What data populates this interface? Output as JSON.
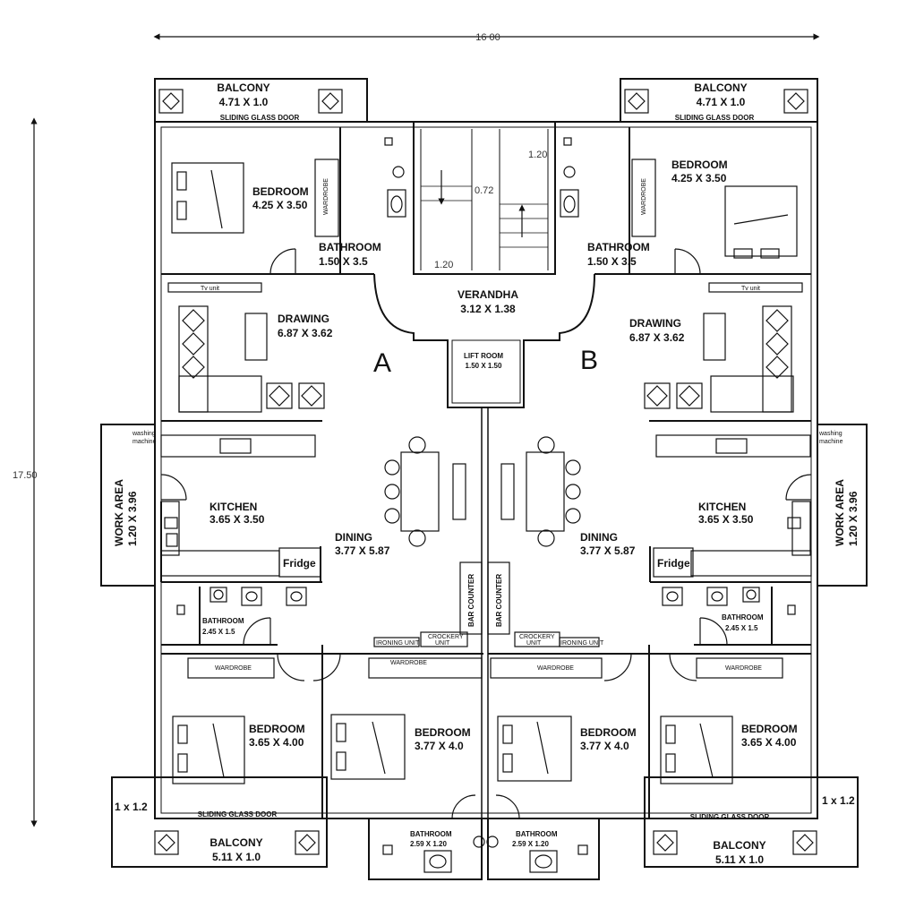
{
  "dimensions": {
    "width": "16 00",
    "height": "17.50",
    "stair_top": "1.20",
    "stair_mid": "0.72",
    "stair_bottom": "1.20"
  },
  "units": {
    "a": "A",
    "b": "B"
  },
  "rooms": {
    "balcony_top_left": {
      "name": "BALCONY",
      "size": "4.71 X 1.0"
    },
    "balcony_top_right": {
      "name": "BALCONY",
      "size": "4.71 X 1.0"
    },
    "sliding_door_top_left": "SLIDING GLASS DOOR",
    "sliding_door_top_right": "SLIDING GLASS DOOR",
    "bedroom_top_left": {
      "name": "BEDROOM",
      "size": "4.25 X 3.50"
    },
    "bedroom_top_right": {
      "name": "BEDROOM",
      "size": "4.25 X 3.50"
    },
    "wardrobe_top_left": "WARDROBE",
    "wardrobe_top_right": "WARDROBE",
    "bathroom_top_left": {
      "name": "BATHROOM",
      "size": "1.50 X 3.5"
    },
    "bathroom_top_right": {
      "name": "BATHROOM",
      "size": "1.50 X 3.5"
    },
    "tv_left": "Tv unit",
    "tv_right": "Tv unit",
    "verandha": {
      "name": "VERANDHA",
      "size": "3.12 X 1.38"
    },
    "lift": {
      "name": "LIFT ROOM",
      "size": "1.50 X 1.50"
    },
    "drawing_left": {
      "name": "DRAWING",
      "size": "6.87 X 3.62"
    },
    "drawing_right": {
      "name": "DRAWING",
      "size": "6.87 X 3.62"
    },
    "washing_left": {
      "line1": "washing",
      "line2": "machine"
    },
    "washing_right": {
      "line1": "washing",
      "line2": "machine"
    },
    "work_left": {
      "name": "WORK AREA",
      "size": "1.20 X 3.96"
    },
    "work_right": {
      "name": "WORK AREA",
      "size": "1.20 X 3.96"
    },
    "kitchen_left": {
      "name": "KITCHEN",
      "size": "3.65 X 3.50"
    },
    "kitchen_right": {
      "name": "KITCHEN",
      "size": "3.65 X 3.50"
    },
    "fridge_left": "Fridge",
    "fridge_right": "Fridge",
    "dining_left": {
      "name": "DINING",
      "size": "3.77 X 5.87"
    },
    "dining_right": {
      "name": "DINING",
      "size": "3.77 X 5.87"
    },
    "bar_left": "BAR COUNTER",
    "bar_right": "BAR COUNTER",
    "bathroom_mid_left": {
      "name": "BATHROOM",
      "size": "2.45 X 1.5"
    },
    "bathroom_mid_right": {
      "name": "BATHROOM",
      "size": "2.45 X 1.5"
    },
    "ironing_left": "IRONING UNIT",
    "ironing_right": "IRONING UNIT",
    "crockery_left": {
      "line1": "CROCKERY",
      "line2": "UNIT"
    },
    "crockery_right": {
      "line1": "CROCKERY",
      "line2": "UNIT"
    },
    "wardrobe_ll": "WARDROBE",
    "wardrobe_lm": "WARDROBE",
    "wardrobe_rm": "WARDROBE",
    "wardrobe_rr": "WARDROBE",
    "bedroom_bl": {
      "name": "BEDROOM",
      "size": "3.65 X 4.00"
    },
    "bedroom_bml": {
      "name": "BEDROOM",
      "size": "3.77 X 4.0"
    },
    "bedroom_bmr": {
      "name": "BEDROOM",
      "size": "3.77 X 4.0"
    },
    "bedroom_br": {
      "name": "BEDROOM",
      "size": "3.65 X 4.00"
    },
    "ledge_left": "1 x 1.2",
    "ledge_right": "1 x 1.2",
    "sliding_door_bottom_left": "SLIDING GLASS DOOR",
    "sliding_door_bottom_right": "SLIDING GLASS DOOR",
    "balcony_bottom_left": {
      "name": "BALCONY",
      "size": "5.11 X 1.0"
    },
    "balcony_bottom_right": {
      "name": "BALCONY",
      "size": "5.11 X 1.0"
    },
    "bathroom_bottom_left": {
      "name": "BATHROOM",
      "size": "2.59 X 1.20"
    },
    "bathroom_bottom_right": {
      "name": "BATHROOM",
      "size": "2.59 X 1.20"
    }
  }
}
